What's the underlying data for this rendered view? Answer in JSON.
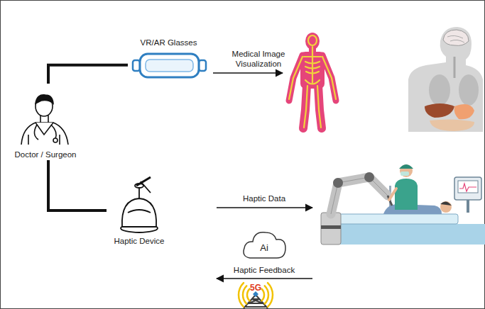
{
  "diagram": {
    "nodes": [
      {
        "text": [
          "Doctor / Surgeon"
        ]
      },
      {
        "text": [
          "VR/AR Glasses"
        ]
      },
      {
        "text": [
          "Haptic Device"
        ]
      }
    ],
    "edges": [
      {
        "from": 0,
        "to": 1,
        "arrow": "none"
      },
      {
        "from": 0,
        "to": 2,
        "arrow": "none"
      }
    ],
    "labels": [
      "Medical Image Visualization",
      "Haptic Data",
      "Haptic Feedback",
      "Ai",
      "5G"
    ]
  }
}
